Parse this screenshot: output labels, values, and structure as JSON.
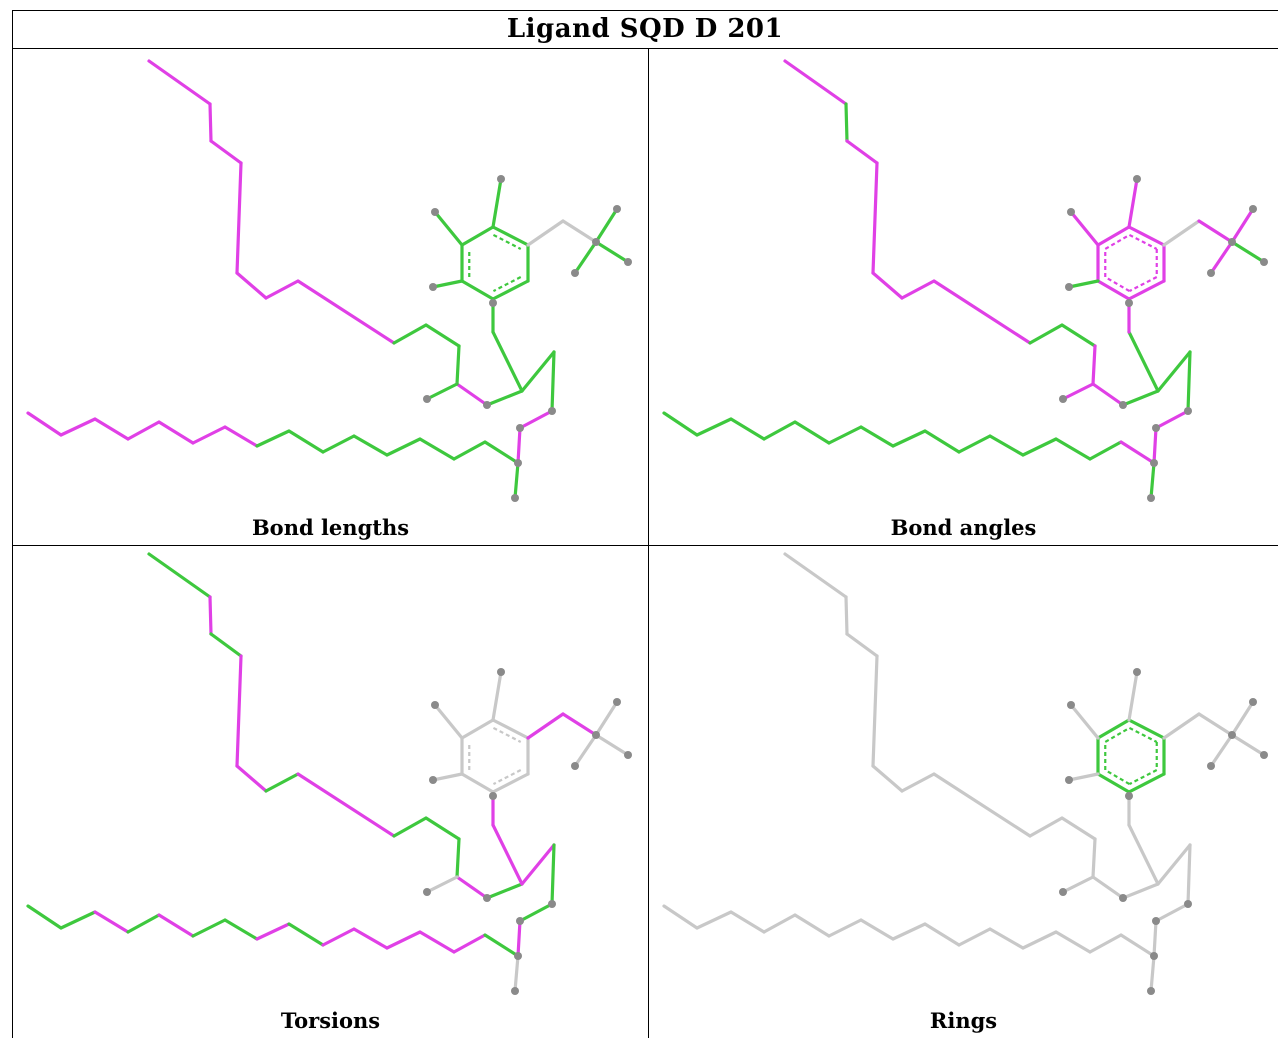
{
  "page": {
    "title": "Ligand SQD D 201"
  },
  "panels": [
    {
      "caption": "Bond lengths"
    },
    {
      "caption": "Bond angles"
    },
    {
      "caption": "Torsions"
    },
    {
      "caption": "Rings"
    }
  ],
  "colors": {
    "outlier": "#e040e6",
    "ok": "#3ec83e",
    "none": "#c8c8c8",
    "atom": "#8a8a8a",
    "border": "#000000"
  }
}
